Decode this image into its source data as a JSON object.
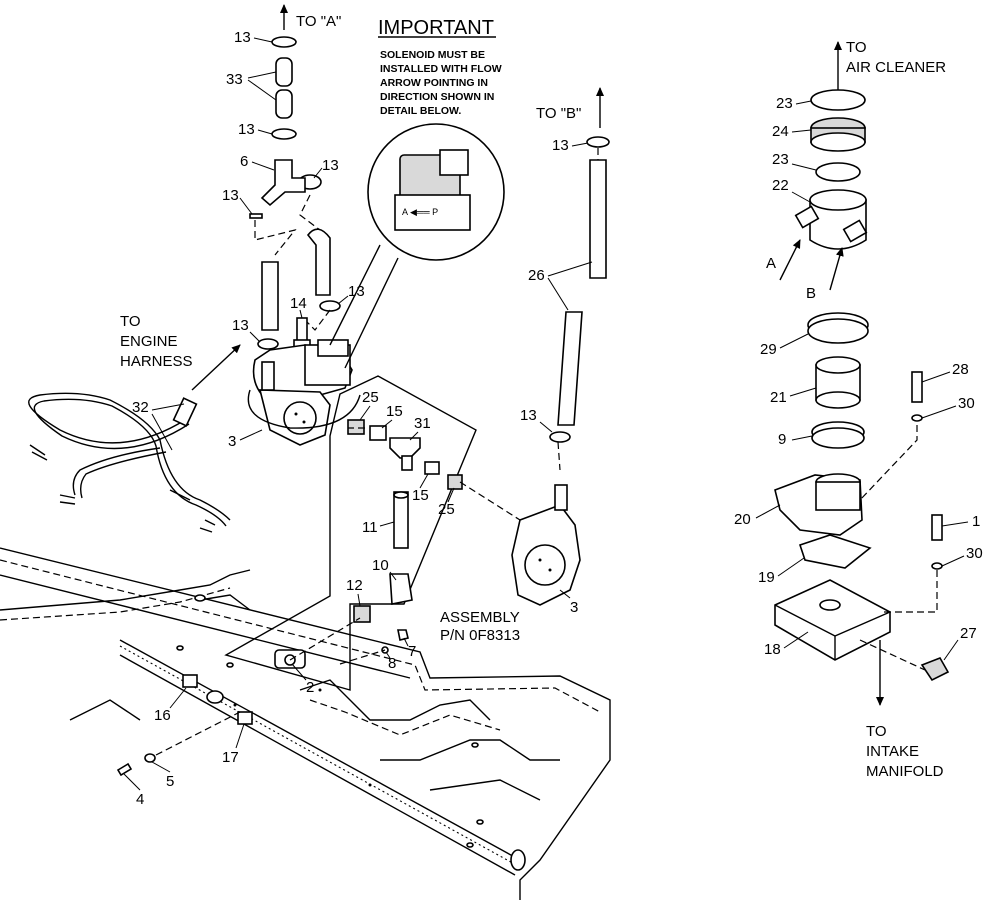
{
  "notes": {
    "important_title": "IMPORTANT",
    "important_lines": [
      "SOLENOID MUST BE",
      "INSTALLED WITH FLOW",
      "ARROW POINTING IN",
      "DIRECTION SHOWN IN",
      "DETAIL BELOW."
    ],
    "to_a": "TO \"A\"",
    "to_b": "TO \"B\"",
    "engine_harness": [
      "TO",
      "ENGINE",
      "HARNESS"
    ],
    "air_cleaner": [
      "TO",
      "AIR CLEANER"
    ],
    "intake_manifold": [
      "TO",
      "INTAKE",
      "MANIFOLD"
    ],
    "assembly": [
      "ASSEMBLY",
      "P/N 0F8313"
    ],
    "arrow_a": "A",
    "arrow_b": "B"
  },
  "callouts": {
    "c1": "1",
    "c2": "2",
    "c3": "3",
    "c4": "4",
    "c5": "5",
    "c6": "6",
    "c7": "7",
    "c8": "8",
    "c9": "9",
    "c10": "10",
    "c11": "11",
    "c12": "12",
    "c13": "13",
    "c14": "14",
    "c15": "15",
    "c16": "16",
    "c17": "17",
    "c18": "18",
    "c19": "19",
    "c20": "20",
    "c21": "21",
    "c22": "22",
    "c23": "23",
    "c24": "24",
    "c25": "25",
    "c26": "26",
    "c27": "27",
    "c28": "28",
    "c29": "29",
    "c30": "30",
    "c31": "31",
    "c32": "32",
    "c33": "33"
  }
}
